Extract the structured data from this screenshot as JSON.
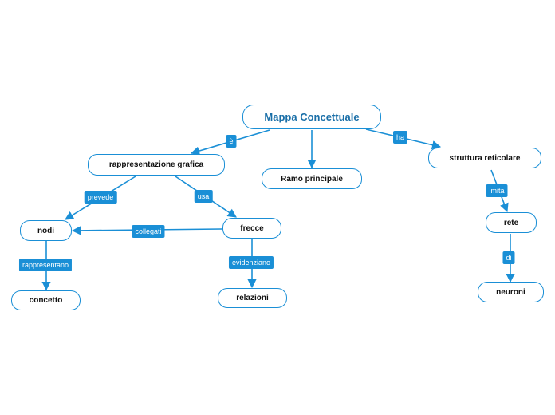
{
  "colors": {
    "accent": "#1a8fd6",
    "root_text": "#1a6fa8"
  },
  "nodes": {
    "root": "Mappa Concettuale",
    "rappresentazione": "rappresentazione grafica",
    "ramo": "Ramo principale",
    "struttura": "struttura reticolare",
    "nodi": "nodi",
    "frecce": "frecce",
    "concetto": "concetto",
    "relazioni": "relazioni",
    "rete": "rete",
    "neuroni": "neuroni"
  },
  "links": {
    "e": "è",
    "ha": "ha",
    "prevede": "prevede",
    "usa": "usa",
    "collegati": "collegati",
    "rappresentano": "rappresentano",
    "evidenziano": "evidenziano",
    "imita": "imita",
    "di": "di"
  }
}
